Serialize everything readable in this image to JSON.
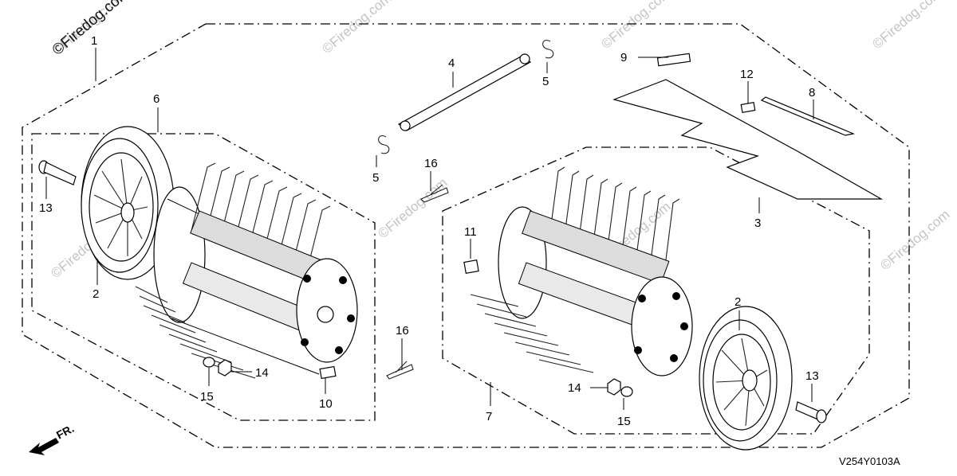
{
  "watermark_text": "©Firedog.com",
  "diagram_code": "V254Y0103A",
  "front_indicator": "FR.",
  "part_numbers": [
    "1",
    "2",
    "2",
    "3",
    "4",
    "5",
    "5",
    "6",
    "7",
    "8",
    "9",
    "10",
    "11",
    "12",
    "13",
    "13",
    "14",
    "14",
    "15",
    "15",
    "16",
    "16"
  ],
  "callouts": {
    "p1": "1",
    "p2a": "2",
    "p2b": "2",
    "p3": "3",
    "p4": "4",
    "p5a": "5",
    "p5b": "5",
    "p6": "6",
    "p7": "7",
    "p8": "8",
    "p9": "9",
    "p10": "10",
    "p11": "11",
    "p12": "12",
    "p13a": "13",
    "p13b": "13",
    "p14a": "14",
    "p14b": "14",
    "p15a": "15",
    "p15b": "15",
    "p16a": "16",
    "p16b": "16"
  }
}
